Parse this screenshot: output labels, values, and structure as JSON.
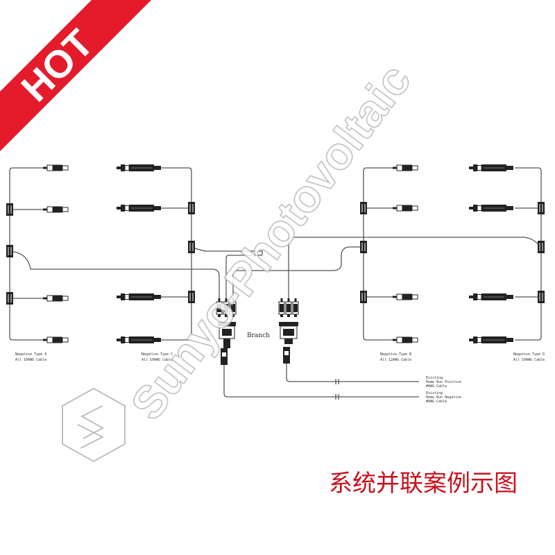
{
  "badge": {
    "text": "HOT",
    "color": "#e41b2b",
    "text_color": "#ffffff"
  },
  "watermark": {
    "brand": "Sunyo-Photovoltaic",
    "logo": "hexagon-s-logo"
  },
  "labels": {
    "branch": "Branch",
    "neg_type_a_line1": "Negative Type A",
    "neg_type_a_line2": "All 10AWG Cable",
    "neg_type_c_line1": "Negative Type C",
    "neg_type_c_line2": "All 10AWG Cable",
    "neg_type_b_line1": "Negative Type B",
    "neg_type_b_line2": "All 12AWG Cable",
    "neg_type_d_line1": "Negative Type D",
    "neg_type_d_line2": "All 10AWG Cable",
    "home_run_pos_line1": "Existing",
    "home_run_pos_line2": "Home Run Positive",
    "home_run_pos_line3": "#AWG Cable",
    "home_run_neg_line1": "Existing",
    "home_run_neg_line2": "Home Run Negative",
    "home_run_neg_line3": "#AWG Cable"
  },
  "caption": {
    "text": "系统并联案例示图",
    "color": "#c8101c"
  },
  "colors": {
    "line": "#555555",
    "connector": "#222222",
    "watermark": "#b4b4b4"
  }
}
